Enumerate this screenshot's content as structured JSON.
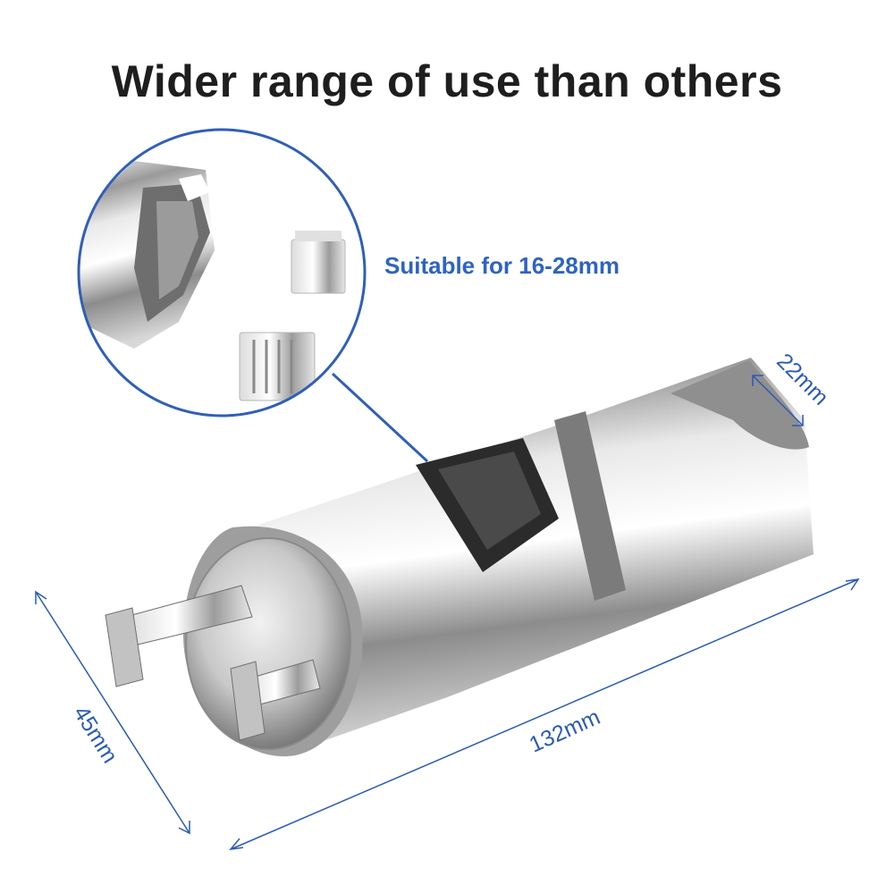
{
  "headline": "Wider range of use than others",
  "callout": "Suitable for 16-28mm",
  "dimensions": {
    "length": "132mm",
    "height": "45mm",
    "opening": "22mm"
  },
  "colors": {
    "headline": "#1e1e1e",
    "accent": "#2f63c4",
    "dimension_line": "#2a5bb5"
  }
}
